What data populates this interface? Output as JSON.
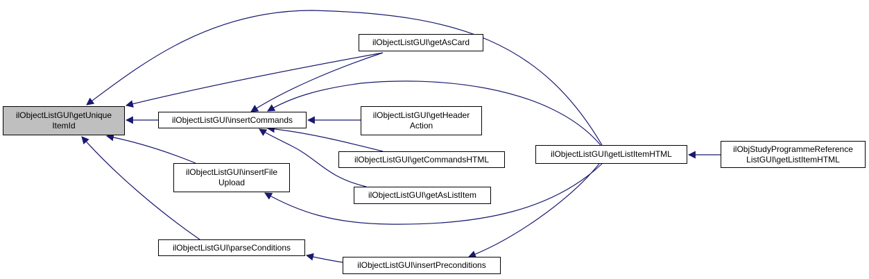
{
  "colors": {
    "edge": "#191970",
    "current_fill": "#bfbfbf",
    "node_fill": "#ffffff",
    "border": "#000000"
  },
  "nodes": {
    "getUniqueItemId": {
      "lines": [
        "ilObjectListGUI\\getUnique",
        "ItemId"
      ],
      "current": true
    },
    "insertCommands": {
      "lines": [
        "ilObjectListGUI\\insertCommands"
      ]
    },
    "insertFileUpload": {
      "lines": [
        "ilObjectListGUI\\insertFile",
        "Upload"
      ]
    },
    "parseConditions": {
      "lines": [
        "ilObjectListGUI\\parseConditions"
      ]
    },
    "getAsCard": {
      "lines": [
        "ilObjectListGUI\\getAsCard"
      ]
    },
    "getHeaderAction": {
      "lines": [
        "ilObjectListGUI\\getHeader",
        "Action"
      ]
    },
    "getCommandsHTML": {
      "lines": [
        "ilObjectListGUI\\getCommandsHTML"
      ]
    },
    "getAsListItem": {
      "lines": [
        "ilObjectListGUI\\getAsListItem"
      ]
    },
    "insertPreconditions": {
      "lines": [
        "ilObjectListGUI\\insertPreconditions"
      ]
    },
    "getListItemHTML": {
      "lines": [
        "ilObjectListGUI\\getListItemHTML"
      ]
    },
    "studyProgrammeGetListItemHTML": {
      "lines": [
        "ilObjStudyProgrammeReference",
        "ListGUI\\getListItemHTML"
      ]
    }
  },
  "edges": [
    {
      "from": "insertCommands",
      "to": "getUniqueItemId"
    },
    {
      "from": "insertFileUpload",
      "to": "getUniqueItemId"
    },
    {
      "from": "parseConditions",
      "to": "getUniqueItemId"
    },
    {
      "from": "getAsCard",
      "to": "getUniqueItemId"
    },
    {
      "from": "getListItemHTML",
      "to": "getUniqueItemId"
    },
    {
      "from": "getAsCard",
      "to": "insertCommands"
    },
    {
      "from": "getHeaderAction",
      "to": "insertCommands"
    },
    {
      "from": "getCommandsHTML",
      "to": "insertCommands"
    },
    {
      "from": "getAsListItem",
      "to": "insertCommands"
    },
    {
      "from": "getListItemHTML",
      "to": "insertCommands"
    },
    {
      "from": "getListItemHTML",
      "to": "insertFileUpload"
    },
    {
      "from": "insertPreconditions",
      "to": "parseConditions"
    },
    {
      "from": "getListItemHTML",
      "to": "insertPreconditions"
    },
    {
      "from": "studyProgrammeGetListItemHTML",
      "to": "getListItemHTML"
    }
  ]
}
